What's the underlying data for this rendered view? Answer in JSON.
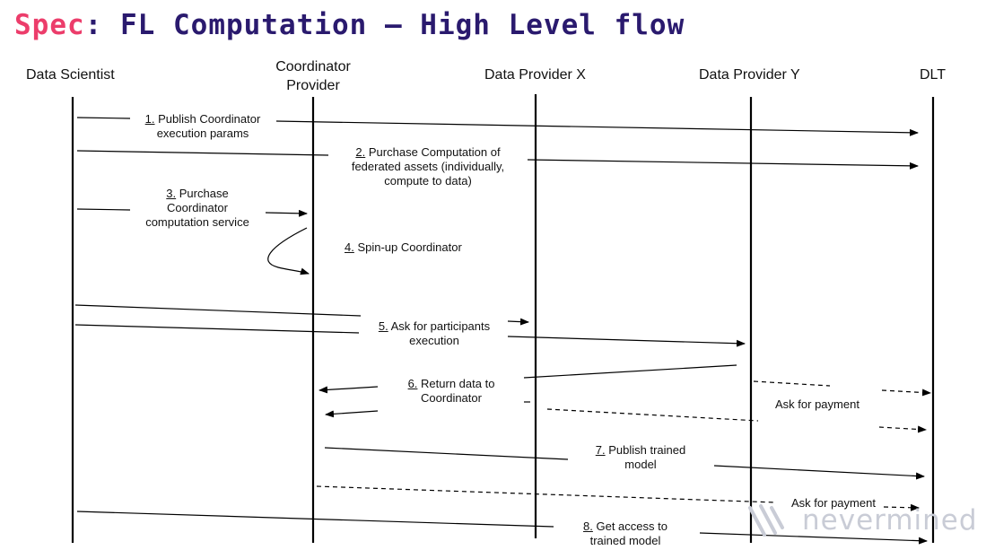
{
  "title": {
    "prefix": "Spec",
    "separator": ":",
    "main": "FL Computation – High Level flow"
  },
  "actors": {
    "data_scientist": "Data Scientist",
    "coordinator_line1": "Coordinator",
    "coordinator_line2": "Provider",
    "provider_x": "Data Provider X",
    "provider_y": "Data Provider Y",
    "dlt": "DLT"
  },
  "messages": {
    "m1": {
      "num": "1.",
      "line1": " Publish Coordinator",
      "line2": "execution params"
    },
    "m2": {
      "num": "2.",
      "line1": " Purchase Computation of",
      "line2": "federated assets (individually,",
      "line3": "compute to data)"
    },
    "m3": {
      "num": "3.",
      "line1": " Purchase",
      "line2": "Coordinator",
      "line3": "computation service"
    },
    "m4": {
      "num": "4.",
      "line1": " Spin-up Coordinator"
    },
    "m5": {
      "num": "5.",
      "line1": " Ask for participants",
      "line2": "execution"
    },
    "m6": {
      "num": "6.",
      "line1": " Return data to",
      "line2": "Coordinator"
    },
    "m7": {
      "num": "7.",
      "line1": " Publish trained",
      "line2": "model"
    },
    "m8": {
      "num": "8.",
      "line1": " Get access to",
      "line2": "trained model"
    }
  },
  "notes": {
    "payment_1": "Ask for payment",
    "payment_2": "Ask for payment"
  },
  "brand": {
    "name": "nevermined",
    "logo_icon": "nevermined-logo-icon"
  },
  "colors": {
    "title_prefix": "#ec3d6b",
    "title_main": "#2a1a6e",
    "lines": "#000000",
    "brand": "#c9ccd6"
  }
}
